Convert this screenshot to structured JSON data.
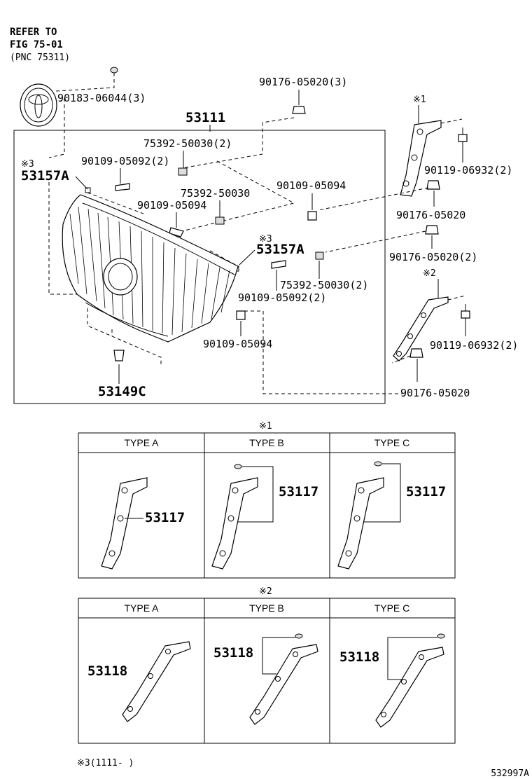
{
  "refer": {
    "line1": "REFER TO",
    "line2": "FIG 75-01",
    "line3": "(PNC 75311)"
  },
  "labels": {
    "p90183": "90183-06044(3)",
    "p90176_a": "90176-05020(3)",
    "p53111": "53111",
    "p75392_a": "75392-50030(2)",
    "p90109_a": "90109-05092(2)",
    "note3_a": "※3",
    "p53157A_a": "53157A",
    "p75392_b": "75392-50030",
    "p90109_b": "90109-05094",
    "p90109_c": "90109-05094",
    "note3_b": "※3",
    "p53157A_b": "53157A",
    "p75392_c": "75392-50030(2)",
    "p90109_d": "90109-05092(2)",
    "p90109_e": "90109-05094",
    "p53149C": "53149C",
    "note1": "※1",
    "p90119_a": "90119-06932(2)",
    "p90176_b": "90176-05020",
    "p90176_c": "90176-05020(2)",
    "note2": "※2",
    "p90119_b": "90119-06932(2)",
    "p90176_d": "90176-05020"
  },
  "table1": {
    "title": "※1",
    "headers": [
      "TYPE A",
      "TYPE B",
      "TYPE C"
    ],
    "parts": [
      "53117",
      "53117",
      "53117"
    ]
  },
  "table2": {
    "title": "※2",
    "headers": [
      "TYPE A",
      "TYPE B",
      "TYPE C"
    ],
    "parts": [
      "53118",
      "53118",
      "53118"
    ]
  },
  "footnote": "※3(1111-    )",
  "figure_id": "532997A"
}
